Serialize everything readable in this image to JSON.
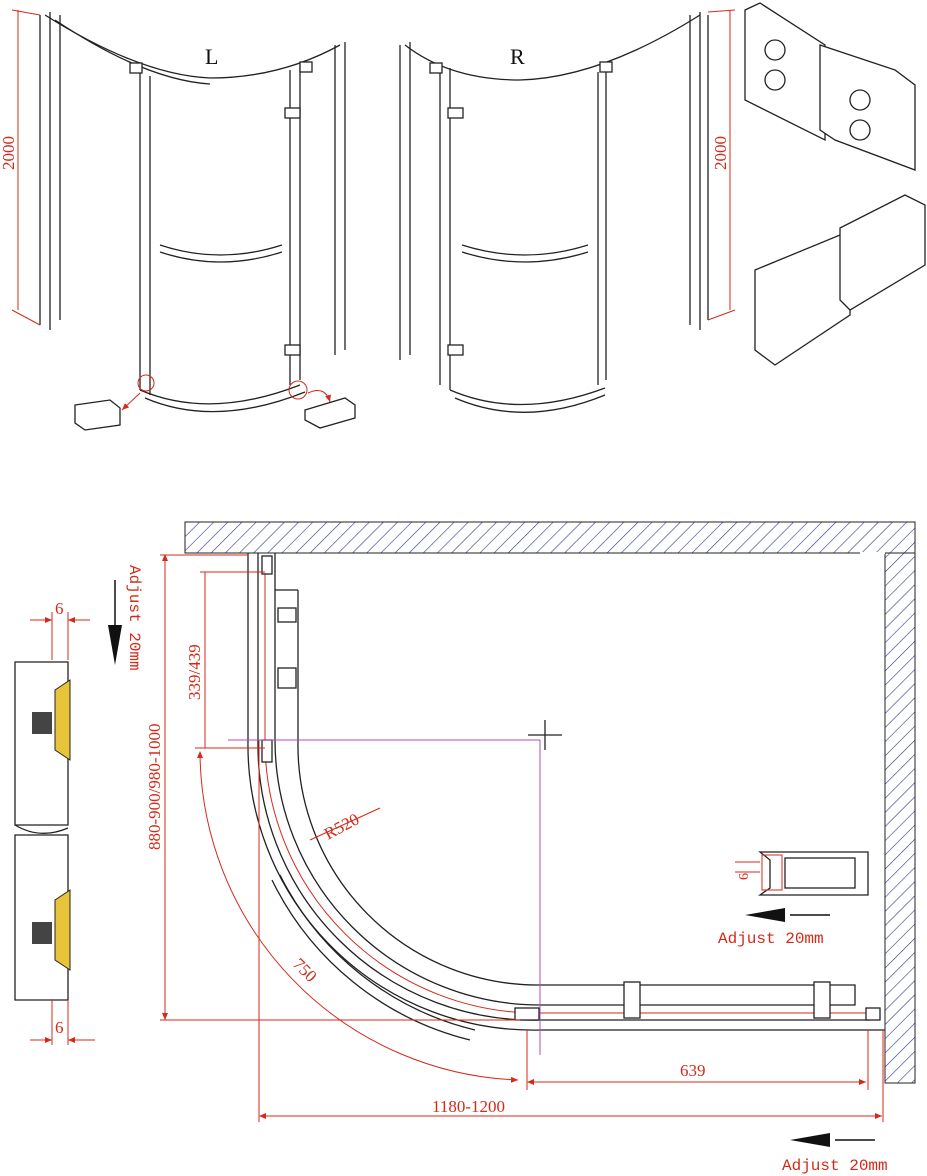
{
  "views": {
    "left_label": "L",
    "right_label": "R",
    "height_left": "2000",
    "height_right": "2000"
  },
  "plan": {
    "adjust_top": "Adjust 20mm",
    "adjust_right": "Adjust 20mm",
    "adjust_bottom": "Adjust 20mm",
    "depth_range": "880-900/980-1000",
    "door_offset": "339/439",
    "radius": "R520",
    "arc_length": "750",
    "straight_length": "639",
    "width_range": "1180-1200",
    "profile_gap": "6"
  },
  "detail": {
    "gap_top": "6",
    "gap_bottom": "6"
  },
  "colors": {
    "dimension": "#d42a1a",
    "line": "#222222",
    "hatch": "#2a3a8a",
    "center": "#b04bb8"
  }
}
